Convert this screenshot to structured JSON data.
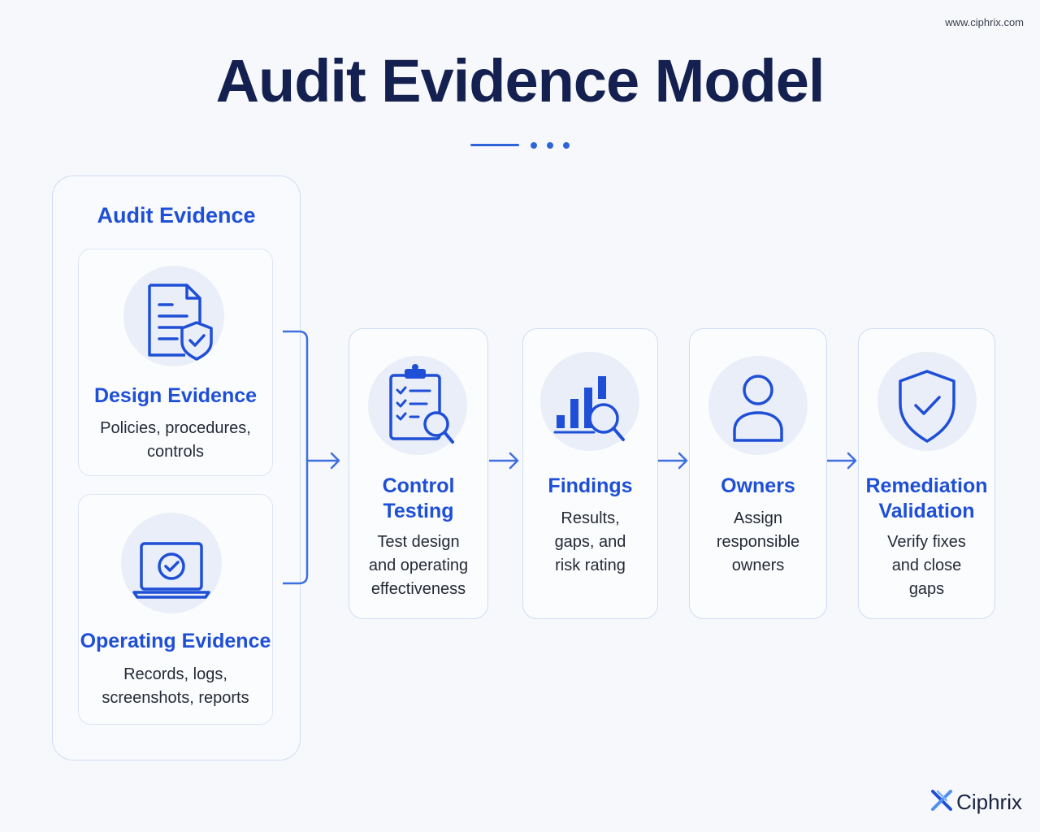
{
  "site_url": "www.ciphrix.com",
  "title": "Audit Evidence Model",
  "colors": {
    "accent": "#1e4fd6",
    "title": "#142150",
    "card_border": "#cfdcf2",
    "icon_bg": "#e9eef8"
  },
  "evidence_group": {
    "title": "Audit Evidence",
    "items": [
      {
        "title": "Design Evidence",
        "desc_lines": [
          "Policies, procedures,",
          "controls"
        ],
        "icon": "document-shield-icon"
      },
      {
        "title": "Operating Evidence",
        "desc_lines": [
          "Records, logs,",
          "screenshots, reports"
        ],
        "icon": "laptop-check-icon"
      }
    ]
  },
  "steps": [
    {
      "title_lines": [
        "Control",
        "Testing"
      ],
      "desc_lines": [
        "Test design",
        "and operating",
        "effectiveness"
      ],
      "icon": "clipboard-search-icon"
    },
    {
      "title_lines": [
        "Findings"
      ],
      "desc_lines": [
        "Results,",
        "gaps, and",
        "risk rating"
      ],
      "icon": "chart-search-icon"
    },
    {
      "title_lines": [
        "Owners"
      ],
      "desc_lines": [
        "Assign",
        "responsible",
        "owners"
      ],
      "icon": "user-icon"
    },
    {
      "title_lines": [
        "Remediation",
        "Validation"
      ],
      "desc_lines": [
        "Verify fixes",
        "and close",
        "gaps"
      ],
      "icon": "shield-check-icon"
    }
  ],
  "brand": {
    "name": "Ciphrix",
    "icon": "ciphrix-logo-icon"
  }
}
